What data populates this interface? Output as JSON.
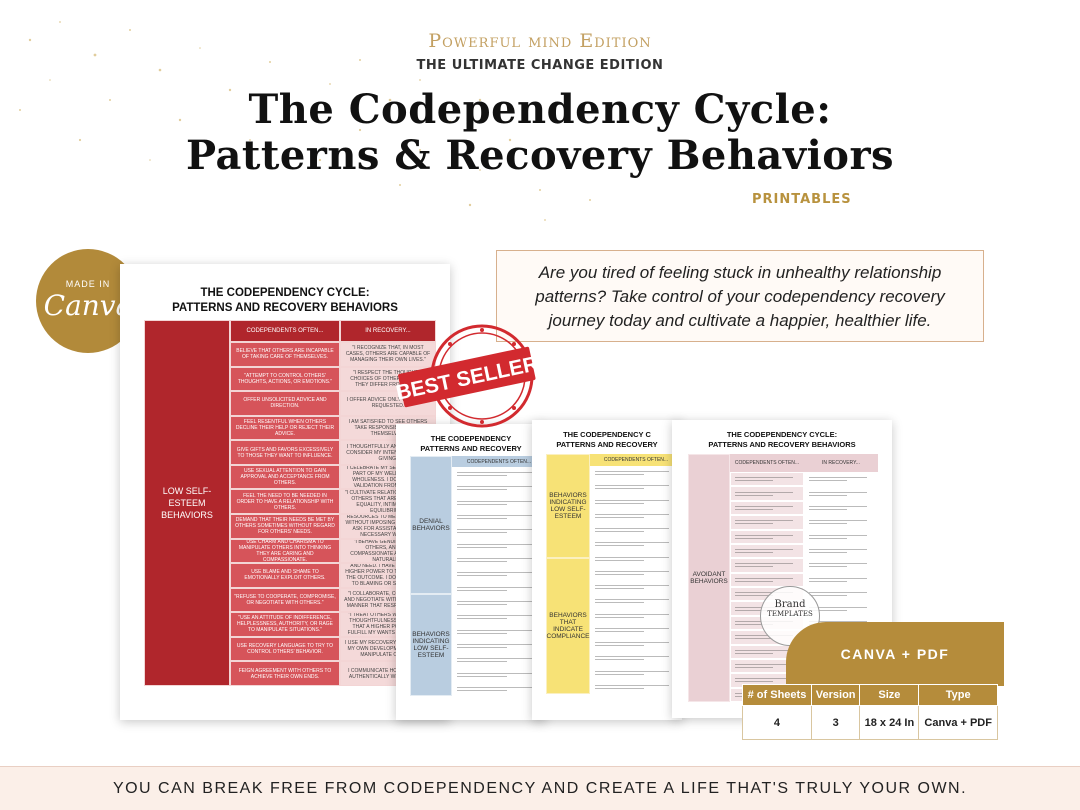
{
  "header": {
    "edition": "Powerful mind Edition",
    "subedition": "THE ULTIMATE CHANGE EDITION",
    "title_line1": "The Codependency Cycle:",
    "title_line2": "Patterns & Recovery Behaviors",
    "printables": "PRINTABLES"
  },
  "canva_badge": {
    "made_in": "MADE IN",
    "logo": "Canva"
  },
  "promo": {
    "text": "Are you tired of feeling stuck in unhealthy relationship patterns? Take control of your codependency recovery journey today and cultivate a happier, healthier life."
  },
  "best_seller": {
    "label": "BEST SELLER"
  },
  "sheet_main": {
    "title_line1": "THE CODEPENDENCY CYCLE:",
    "title_line2": "PATTERNS AND RECOVERY BEHAVIORS",
    "col1_header": "CODEPENDENTS OFTEN...",
    "col2_header": "IN RECOVERY...",
    "category": "LOW SELF-ESTEEM BEHAVIORS",
    "rows": [
      [
        "BELIEVE THAT OTHERS ARE INCAPABLE OF TAKING CARE OF THEMSELVES.",
        "\"I RECOGNIZE THAT, IN MOST CASES, OTHERS ARE CAPABLE OF MANAGING THEIR OWN LIVES.\""
      ],
      [
        "\"ATTEMPT TO CONTROL OTHERS' THOUGHTS, ACTIONS, OR EMOTIONS.\"",
        "\"I RESPECT THE THOUGHTS, CHOICES OF OTHERS, EVEN IF THEY DIFFER FROM MINE.\""
      ],
      [
        "OFFER UNSOLICITED ADVICE AND DIRECTION.",
        "I OFFER ADVICE ONLY WHEN IT IS REQUESTED."
      ],
      [
        "FEEL RESENTFUL WHEN OTHERS DECLINE THEIR HELP OR REJECT THEIR ADVICE.",
        "I AM SATISFIED TO SEE OTHERS TAKE RESPONSIBILITY FOR THEMSELVES."
      ],
      [
        "GIVE GIFTS AND FAVORS EXCESSIVELY TO THOSE THEY WANT TO INFLUENCE.",
        "I THOUGHTFULLY AND HONESTLY CONSIDER MY INTENTIONS WHEN GIVING."
      ],
      [
        "USE SEXUAL ATTENTION TO GAIN APPROVAL AND ACCEPTANCE FROM OTHERS.",
        "I CELEBRATE MY SEXUALITY AS A PART OF MY WELLNESS AND WHOLENESS. I DO NOT SEEK VALIDATION FROM OTHERS."
      ],
      [
        "FEEL THE NEED TO BE NEEDED IN ORDER TO HAVE A RELATIONSHIP WITH OTHERS.",
        "\"I CULTIVATE RELATIONSHIPS WITH OTHERS THAT ARE BASED ON EQUALITY, INTIMACY, AND EQUILIBRIUM.\""
      ],
      [
        "DEMAND THAT THEIR NEEDS BE MET BY OTHERS SOMETIMES WITHOUT REGARD FOR OTHERS' NEEDS.",
        "\"I DISCOVER AND UTILIZE RESOURCES TO MEET MY NEEDS WITHOUT IMPOSING ON OTHERS. I ASK FOR ASSISTANCE WHEN NECESSARY WITHOUT EXPECTATIONS.\""
      ],
      [
        "USE CHARM AND CHARISMA TO MANIPULATE OTHERS INTO THINKING THEY ARE CARING AND COMPASSIONATE.",
        "\"I BEHAVE GENUINELY WITH OTHERS, AND I AM COMPASSIONATE AND CARING NATURALLY.\""
      ],
      [
        "USE BLAME AND SHAME TO EMOTIONALLY EXPLOIT OTHERS.",
        "I DIRECTLY ASK FOR WHAT I WANT AND NEED. I HAVE FAITH IN MY HIGHER POWER TO TAKE CARE OF THE OUTCOME. I DO NOT RESORT TO BLAMING OR SHAMING TO CONTROL OUTCOMES."
      ],
      [
        "\"REFUSE TO COOPERATE, COMPROMISE, OR NEGOTIATE WITH OTHERS.\"",
        "\"I COLLABORATE, COMPROMISE, AND NEGOTIATE WITH OTHERS IN A MANNER THAT RESPECTS THEM.\""
      ],
      [
        "\"USE AN ATTITUDE OF INDIFFERENCE, HELPLESSNESS, AUTHORITY, OR RAGE TO MANIPULATE SITUATIONS.\"",
        "\"I TREAT OTHERS WITH DIGNITY, THOUGHTFULNESS AND TRUST THAT A HIGHER POWER WILL FULFILL MY WANTS AND NEEDS.\""
      ],
      [
        "USE RECOVERY LANGUAGE TO TRY TO CONTROL OTHERS' BEHAVIOR.",
        "I USE MY RECOVERY TO PROMOTE MY OWN DEVELOPMENT, NOT TO MANIPULATE OTHERS."
      ],
      [
        "FEIGN AGREEMENT WITH OTHERS TO ACHIEVE THEIR OWN ENDS.",
        "I COMMUNICATE HONESTLY AND AUTHENTICALLY WITH OTHERS."
      ]
    ]
  },
  "sheet_denial": {
    "title_line1": "THE CODEPENDENCY",
    "title_line2": "PATTERNS AND RECOVERY",
    "col1_header": "CODEPENDENTS OFTEN...",
    "category1": "DENIAL BEHAVIORS",
    "category2": "BEHAVIORS INDICATING LOW SELF-ESTEEM"
  },
  "sheet_compliance": {
    "title_line1": "THE CODEPENDENCY C",
    "title_line2": "PATTERNS AND RECOVERY",
    "col1_header": "CODEPENDENTS OFTEN...",
    "category1": "BEHAVIORS INDICATING LOW SELF-ESTEEM",
    "category2": "BEHAVIORS THAT INDICATE COMPLIANCE"
  },
  "sheet_avoidant": {
    "title_line1": "THE CODEPENDENCY CYCLE:",
    "title_line2": "PATTERNS AND RECOVERY BEHAVIORS",
    "col1_header": "CODEPENDENTS OFTEN...",
    "col2_header": "IN RECOVERY...",
    "category": "AVOIDANT BEHAVIORS"
  },
  "brand": {
    "line1": "Brand",
    "line2": "TEMPLATES"
  },
  "format_badge": "CANVA + PDF",
  "spec_table": {
    "headers": [
      "# of Sheets",
      "Version",
      "Size",
      "Type"
    ],
    "values": [
      "4",
      "3",
      "18 x 24 In",
      "Canva + PDF"
    ]
  },
  "footer": "YOU CAN BREAK FREE FROM CODEPENDENCY AND CREATE A LIFE THAT'S TRULY YOUR OWN.",
  "colors": {
    "gold": "#b58c3b",
    "red_dark": "#b0262c",
    "red_light": "#d6545a",
    "blue_light": "#b9cde0",
    "yellow": "#f7e276",
    "pink": "#ead0d4",
    "footer_bg": "#fbefe8"
  }
}
